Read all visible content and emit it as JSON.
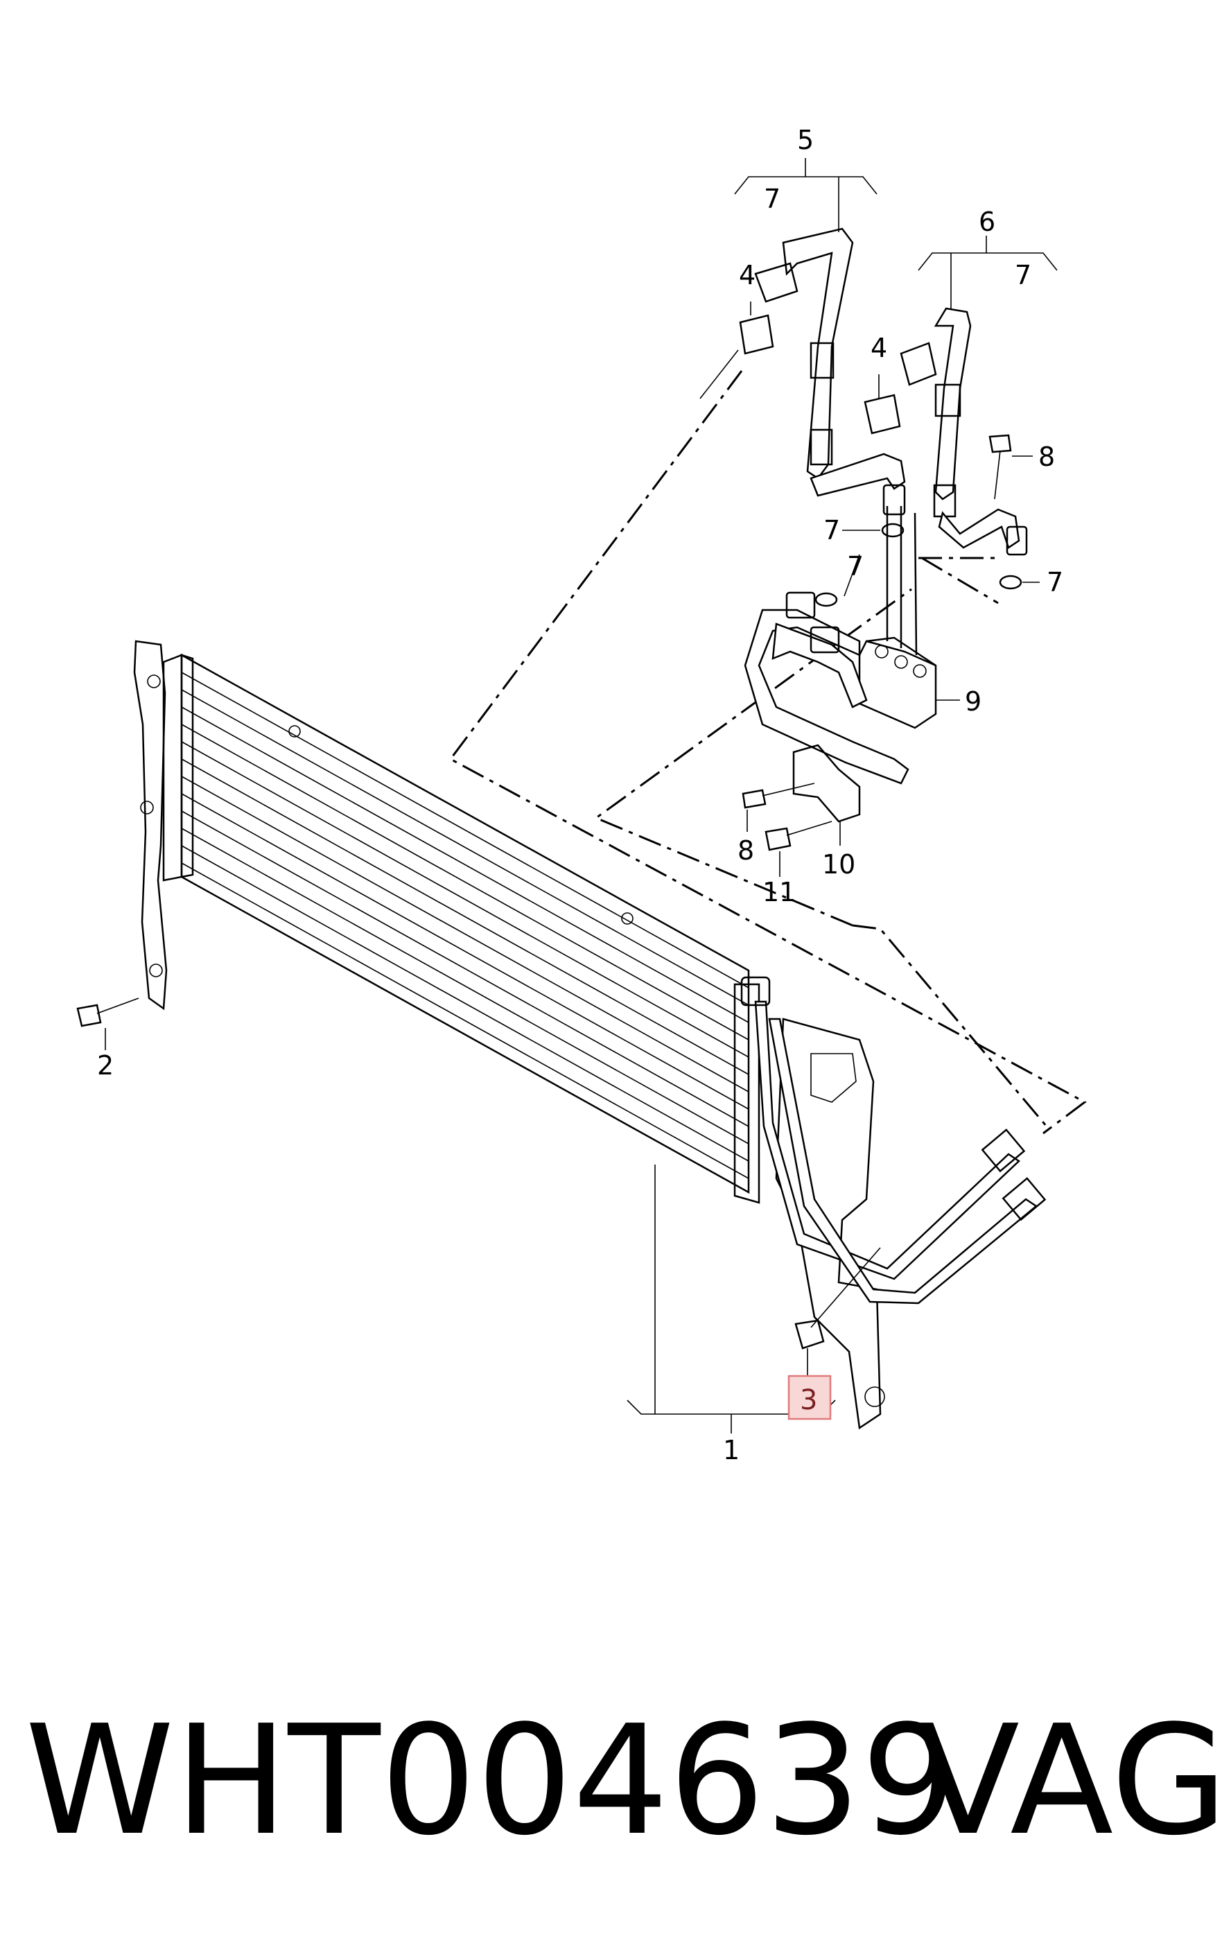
{
  "callouts": {
    "c1": "1",
    "c2": "2",
    "c3": "3",
    "c4a": "4",
    "c4b": "4",
    "c5": "5",
    "c6": "6",
    "c7_top_left": "7",
    "c7_top_right": "7",
    "c7_mid_left": "7",
    "c7_mid_right": "7",
    "c7_lower": "7",
    "c8_top": "8",
    "c8_bottom": "8",
    "c9": "9",
    "c10": "10",
    "c11": "11"
  },
  "highlight": {
    "callout": "3",
    "fill_color": "#f8d7d7",
    "border_color": "#e07a7a"
  },
  "footer": {
    "part_number": "WHT004639",
    "brand": "VAG"
  }
}
